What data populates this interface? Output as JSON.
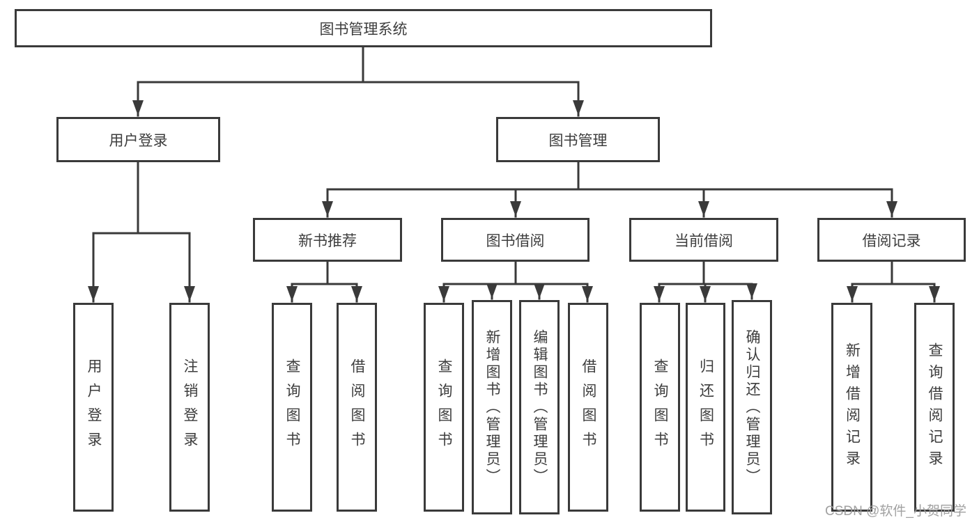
{
  "diagram": {
    "type": "hierarchy-tree",
    "root": {
      "label": "图书管理系统",
      "children": [
        {
          "label": "用户登录",
          "children": [
            {
              "label": "用户登录"
            },
            {
              "label": "注销登录"
            }
          ]
        },
        {
          "label": "图书管理",
          "children": [
            {
              "label": "新书推荐",
              "children": [
                {
                  "label": "查询图书"
                },
                {
                  "label": "借阅图书"
                }
              ]
            },
            {
              "label": "图书借阅",
              "children": [
                {
                  "label": "查询图书"
                },
                {
                  "label": "新增图书（管理员）"
                },
                {
                  "label": "编辑图书（管理员）"
                },
                {
                  "label": "借阅图书"
                }
              ]
            },
            {
              "label": "当前借阅",
              "children": [
                {
                  "label": "查询图书"
                },
                {
                  "label": "归还图书"
                },
                {
                  "label": "确认归还（管理员）"
                }
              ]
            },
            {
              "label": "借阅记录",
              "children": [
                {
                  "label": "新增借阅记录"
                },
                {
                  "label": "查询借阅记录"
                }
              ]
            }
          ]
        }
      ]
    }
  },
  "watermark": {
    "text": "CSDN @软件_小贺同学"
  },
  "colors": {
    "line": "#3a3a3a",
    "text": "#3d3d3d",
    "watermark": "#9c9c9c",
    "background": "#ffffff"
  }
}
